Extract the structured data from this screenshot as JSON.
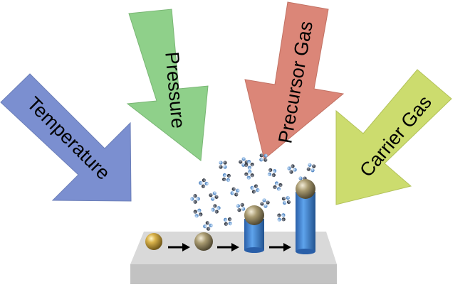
{
  "arrows": [
    {
      "label": "Temperature",
      "color": "#7b8fd0"
    },
    {
      "label": "Pressure",
      "color": "#8fd08a"
    },
    {
      "label": "Precursor Gas",
      "color": "#db8678"
    },
    {
      "label": "Carrier Gas",
      "color": "#ccdc6e"
    }
  ],
  "colors": {
    "substrate_top": "#d9d9d9",
    "substrate_front": "#c2c2c2",
    "nanowire": "#3f86d8",
    "catalyst": "#c9a542",
    "molecule_blue": "#4a86c8",
    "molecule_dark": "#2a2f3a"
  },
  "icons": [
    "growth-step-arrow-icon",
    "gas-molecule-icon",
    "catalyst-particle-icon"
  ]
}
